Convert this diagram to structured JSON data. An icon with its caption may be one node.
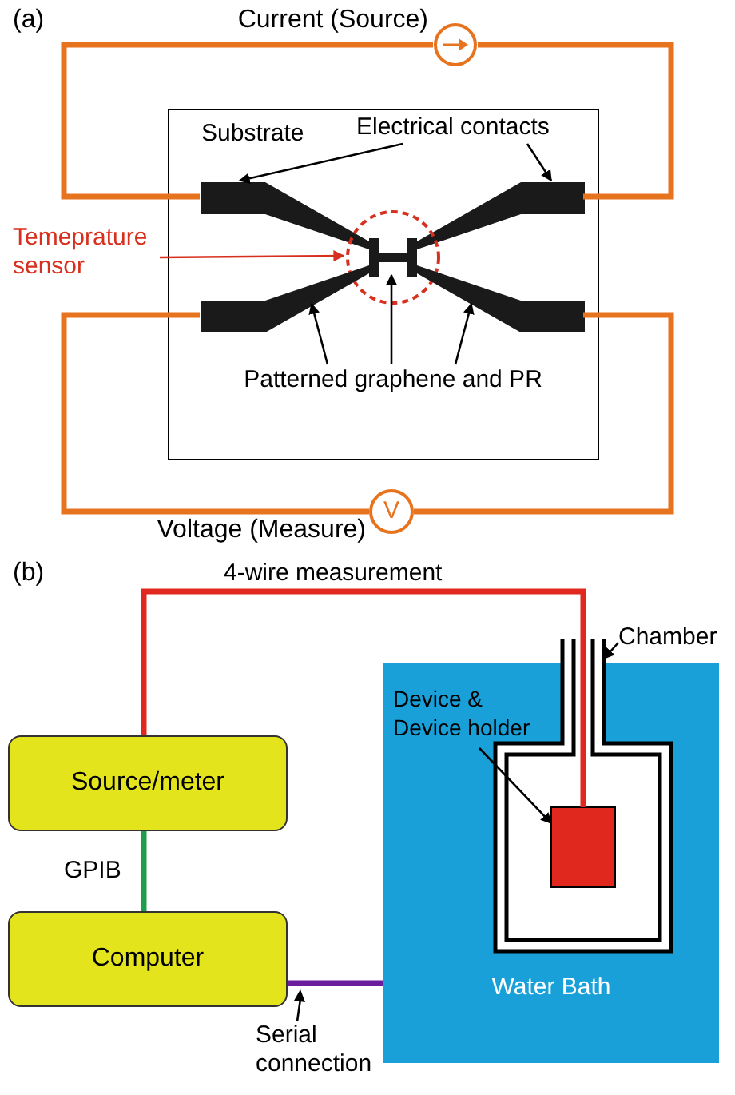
{
  "diagram": {
    "nodes": [
      {
        "text": [],
        "shape": "circle",
        "beside": [
          "Current (Source)"
        ]
      },
      {
        "text": [
          "Substrate"
        ]
      },
      {
        "text": [
          "Electrical contacts"
        ],
        "in": 1
      },
      {
        "text": [],
        "shape": "bar",
        "in": 1
      },
      {
        "text": [],
        "shape": "bar",
        "in": 1
      },
      {
        "text": [
          "Temeprature sensor"
        ]
      },
      {
        "text": [],
        "shape": "circle",
        "in": 1
      },
      {
        "text": [],
        "shape": "bar",
        "in": 6
      },
      {
        "text": [],
        "shape": "bar",
        "in": 1
      },
      {
        "text": [],
        "shape": "bar",
        "in": 1
      },
      {
        "text": [
          "Patterned graphene and PR"
        ],
        "in": 1
      },
      {
        "text": [
          "V"
        ],
        "beside": [
          "Voltage (Measure)"
        ]
      },
      {
        "text": [
          "Source/meter"
        ]
      },
      {
        "text": [
          "Water Bath"
        ]
      },
      {
        "text": [
          "Chamber"
        ]
      },
      {
        "text": [],
        "shape": "box"
      },
      {
        "text": [
          "Device & Device holder"
        ],
        "in": 13
      },
      {
        "text": [],
        "shape": "box",
        "in": 15
      },
      {
        "text": [
          "Computer"
        ]
      }
    ],
    "edges": [
      {
        "from": 0,
        "to": 3,
        "arrow": "none",
        "style": "thick",
        "color": "#e8731e"
      },
      {
        "from": 0,
        "to": 4,
        "arrow": "none",
        "style": "thick",
        "color": "#e8731e"
      },
      {
        "from": 2,
        "to": 3,
        "arrow": "to"
      },
      {
        "from": 2,
        "to": 4,
        "arrow": "to"
      },
      {
        "from": 5,
        "to": 6,
        "arrow": "to",
        "color": "#d8301e"
      },
      {
        "from": 10,
        "to": 8,
        "arrow": "to"
      },
      {
        "from": 10,
        "to": 7,
        "arrow": "to"
      },
      {
        "from": 10,
        "to": 9,
        "arrow": "to"
      },
      {
        "from": 11,
        "to": 8,
        "arrow": "none",
        "style": "thick",
        "color": "#e8731e"
      },
      {
        "from": 11,
        "to": 9,
        "arrow": "none",
        "style": "thick",
        "color": "#e8731e"
      },
      {
        "from": 12,
        "to": 17,
        "arrow": "none",
        "label": "4-wire measurement",
        "style": "thick",
        "color": "#e0281e"
      },
      {
        "from": 16,
        "to": 17,
        "arrow": "to"
      },
      {
        "from": 14,
        "to": 15,
        "arrow": "to"
      },
      {
        "from": 12,
        "to": 18,
        "arrow": "none",
        "label": "GPIB",
        "style": "thick",
        "color": "#1e9e4a"
      },
      {
        "from": 18,
        "to": 13,
        "arrow": "none",
        "label": "Serial connection",
        "style": "thick",
        "color": "#6a1e9e"
      }
    ],
    "labels": [
      "(a)",
      "(b)"
    ]
  }
}
